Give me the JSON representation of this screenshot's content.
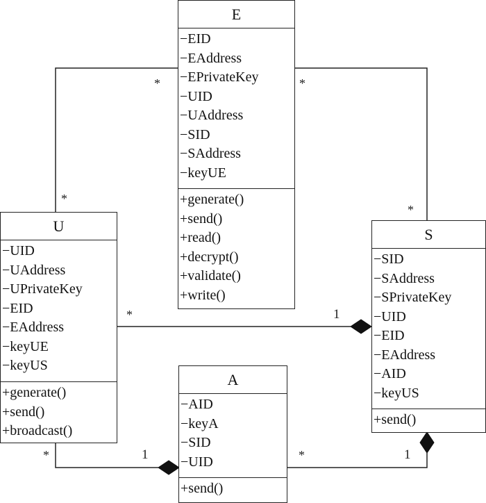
{
  "diagram": {
    "type": "uml-class-diagram",
    "classes": {
      "E": {
        "name": "E",
        "attributes": [
          "−EID",
          "−EAddress",
          "−EPrivateKey",
          "−UID",
          "−UAddress",
          "−SID",
          "−SAddress",
          "−keyUE"
        ],
        "operations": [
          "+generate()",
          "+send()",
          "+read()",
          "+decrypt()",
          "+validate()",
          "+write()"
        ]
      },
      "U": {
        "name": "U",
        "attributes": [
          "−UID",
          "−UAddress",
          "−UPrivateKey",
          "−EID",
          "−EAddress",
          "−keyUE",
          "−keyUS"
        ],
        "operations": [
          "+generate()",
          "+send()",
          "+broadcast()"
        ]
      },
      "S": {
        "name": "S",
        "attributes": [
          "−SID",
          "−SAddress",
          "−SPrivateKey",
          "−UID",
          "−EID",
          "−EAddress",
          "−AID",
          "−keyUS"
        ],
        "operations": [
          "+send()"
        ]
      },
      "A": {
        "name": "A",
        "attributes": [
          "−AID",
          "−keyA",
          "−SID",
          "−UID"
        ],
        "operations": [
          "+send()"
        ]
      }
    },
    "relationships": [
      {
        "from": "U",
        "to": "E",
        "kind": "association",
        "from_mult": "*",
        "to_mult": "*"
      },
      {
        "from": "S",
        "to": "E",
        "kind": "association",
        "from_mult": "*",
        "to_mult": "*"
      },
      {
        "from": "U",
        "to": "S",
        "kind": "composition",
        "from_mult": "*",
        "to_mult": "1"
      },
      {
        "from": "U",
        "to": "A",
        "kind": "composition",
        "from_mult": "*",
        "to_mult": "1"
      },
      {
        "from": "A",
        "to": "S",
        "kind": "composition",
        "from_mult": "*",
        "to_mult": "1"
      }
    ]
  }
}
